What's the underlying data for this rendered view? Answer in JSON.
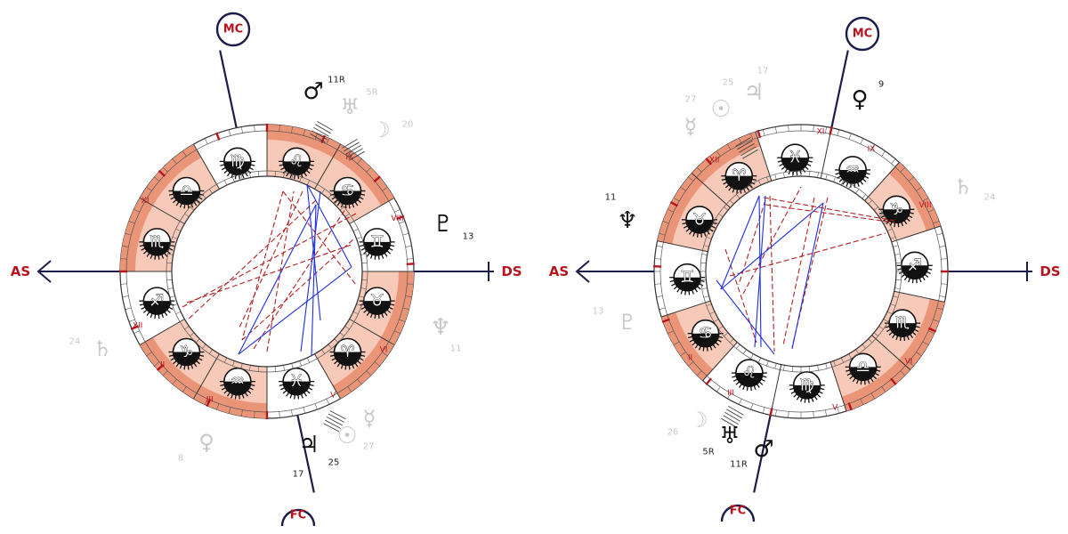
{
  "charts": [
    {
      "name": "left-chart",
      "axis_labels": {
        "as": "AS",
        "ds": "DS",
        "mc": "MC",
        "fc": "FC"
      },
      "signs": [
        {
          "glyph": "♌",
          "name": "leo",
          "shaded": true
        },
        {
          "glyph": "♋",
          "name": "cancer",
          "shaded": true
        },
        {
          "glyph": "♊",
          "name": "gemini",
          "shaded": false
        },
        {
          "glyph": "♉",
          "name": "taurus",
          "shaded": true
        },
        {
          "glyph": "♈",
          "name": "aries",
          "shaded": true
        },
        {
          "glyph": "♓",
          "name": "pisces",
          "shaded": false
        },
        {
          "glyph": "♒",
          "name": "aquarius",
          "shaded": true
        },
        {
          "glyph": "♑",
          "name": "capricorn",
          "shaded": true
        },
        {
          "glyph": "♐",
          "name": "sagittarius",
          "shaded": false
        },
        {
          "glyph": "♏",
          "name": "scorpio",
          "shaded": true
        },
        {
          "glyph": "♎",
          "name": "libra",
          "shaded": true
        },
        {
          "glyph": "♍",
          "name": "virgo",
          "shaded": false
        }
      ],
      "houses": [
        "XI",
        "XII",
        "II",
        "III",
        "V",
        "VI",
        "VIII",
        "IX"
      ],
      "planets": [
        {
          "glyph": "♂",
          "name": "mars",
          "label": "11R",
          "dim": false
        },
        {
          "glyph": "♅",
          "name": "uranus",
          "label": "5R",
          "dim": true
        },
        {
          "glyph": "☽",
          "name": "moon",
          "label": "20",
          "dim": true
        },
        {
          "glyph": "♇",
          "name": "pluto",
          "label": "13",
          "dim": false
        },
        {
          "glyph": "♆",
          "name": "neptune",
          "label": "11",
          "dim": true
        },
        {
          "glyph": "☿",
          "name": "mercury",
          "label": "",
          "dim": true
        },
        {
          "glyph": "☉",
          "name": "sun",
          "label": "27",
          "dim": true
        },
        {
          "glyph": "♃",
          "name": "jupiter",
          "label": "25",
          "dim": false
        },
        {
          "glyph": "♀",
          "name": "venus",
          "label": "8",
          "dim": true
        },
        {
          "glyph": "♄",
          "name": "saturn",
          "label": "24",
          "dim": true
        },
        {
          "glyph": "",
          "name": "fc-degree",
          "label": "17",
          "dim": false
        }
      ]
    },
    {
      "name": "right-chart",
      "axis_labels": {
        "as": "AS",
        "ds": "DS",
        "mc": "MC",
        "fc": "FC"
      },
      "signs": [
        {
          "glyph": "♒",
          "name": "aquarius",
          "shaded": false
        },
        {
          "glyph": "♑",
          "name": "capricorn",
          "shaded": true
        },
        {
          "glyph": "♐",
          "name": "sagittarius",
          "shaded": false
        },
        {
          "glyph": "♏",
          "name": "scorpio",
          "shaded": true
        },
        {
          "glyph": "♎",
          "name": "libra",
          "shaded": true
        },
        {
          "glyph": "♍",
          "name": "virgo",
          "shaded": false
        },
        {
          "glyph": "♌",
          "name": "leo",
          "shaded": false
        },
        {
          "glyph": "♋",
          "name": "cancer",
          "shaded": true
        },
        {
          "glyph": "♊",
          "name": "gemini",
          "shaded": false
        },
        {
          "glyph": "♉",
          "name": "taurus",
          "shaded": true
        },
        {
          "glyph": "♈",
          "name": "aries",
          "shaded": true
        },
        {
          "glyph": "♓",
          "name": "pisces",
          "shaded": false
        }
      ],
      "houses": [
        "XI",
        "XII",
        "II",
        "III",
        "V",
        "VI",
        "VIII",
        "IX"
      ],
      "planets": [
        {
          "glyph": "♀",
          "name": "venus",
          "label": "9",
          "dim": false
        },
        {
          "glyph": "♃",
          "name": "jupiter",
          "label": "17",
          "dim": true
        },
        {
          "glyph": "☉",
          "name": "sun",
          "label": "25",
          "dim": true
        },
        {
          "glyph": "☿",
          "name": "mercury",
          "label": "27",
          "dim": true
        },
        {
          "glyph": "♄",
          "name": "saturn",
          "label": "24",
          "dim": true
        },
        {
          "glyph": "♆",
          "name": "neptune",
          "label": "11",
          "dim": false
        },
        {
          "glyph": "♇",
          "name": "pluto",
          "label": "13",
          "dim": true
        },
        {
          "glyph": "☽",
          "name": "moon",
          "label": "26",
          "dim": true
        },
        {
          "glyph": "♅",
          "name": "uranus",
          "label": "5R",
          "dim": false
        },
        {
          "glyph": "♂",
          "name": "mars",
          "label": "11R",
          "dim": false
        }
      ]
    }
  ],
  "colors": {
    "navy": "#1c1c4a",
    "red": "#b8141e",
    "shade": "#f6c9b8",
    "grid": "#e98c6c",
    "aspect_red": "#b22222",
    "aspect_blue": "#1e2ee0",
    "dim": "#c8c8c8",
    "dark": "#111111"
  }
}
